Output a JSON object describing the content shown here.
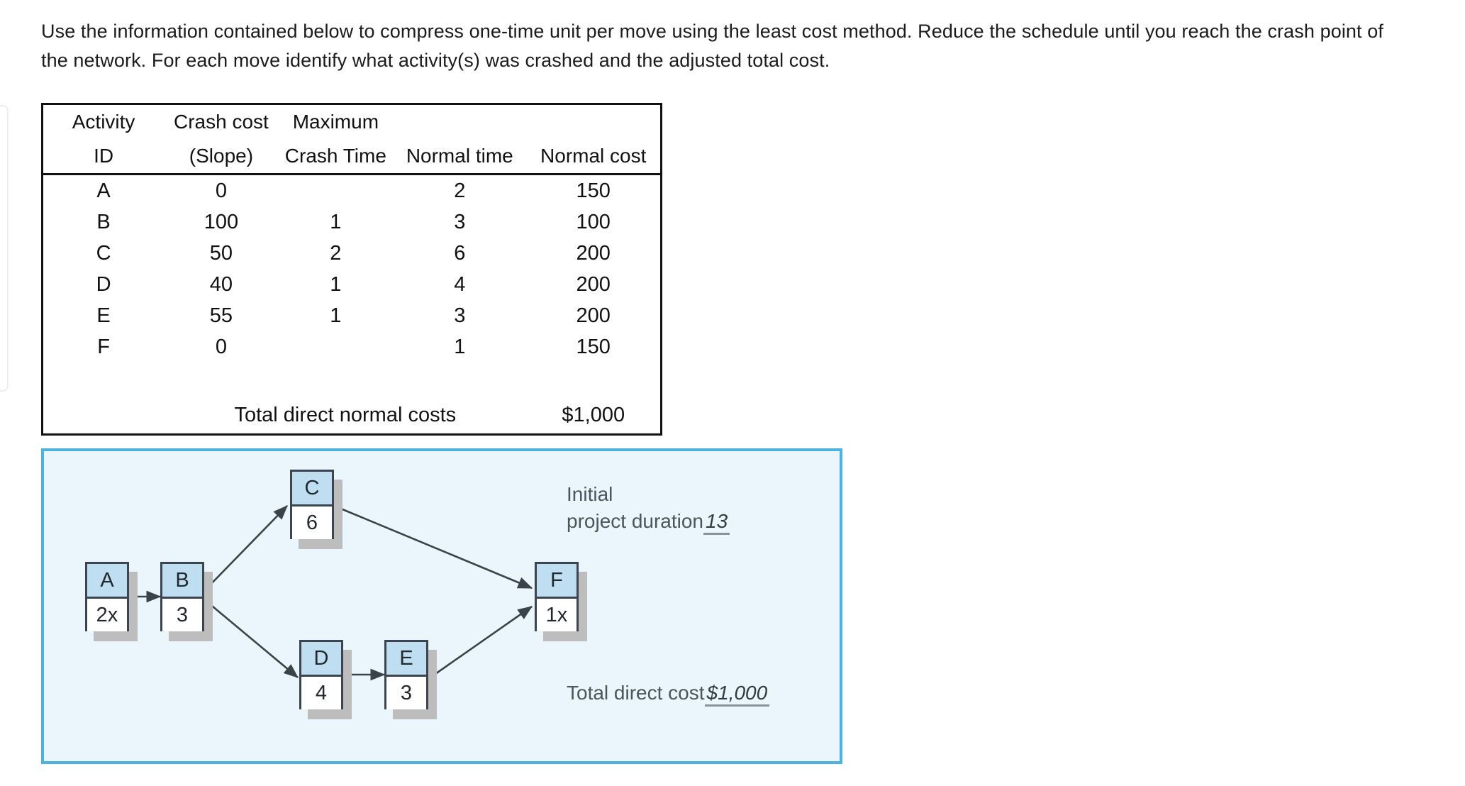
{
  "question": {
    "text": "Use the information contained below to compress one-time unit per move using the least cost method. Reduce the schedule until you reach the crash point of the network. For each move identify what activity(s) was crashed and the adjusted total cost."
  },
  "crash_table": {
    "headers_top": [
      "Activity",
      "Crash cost",
      "Maximum",
      "",
      ""
    ],
    "headers_bottom": [
      "ID",
      "(Slope)",
      "Crash Time",
      "Normal time",
      "Normal cost"
    ],
    "rows": [
      {
        "id": "A",
        "slope": "0",
        "max_crash_time": "",
        "normal_time": "2",
        "normal_cost": "150"
      },
      {
        "id": "B",
        "slope": "100",
        "max_crash_time": "1",
        "normal_time": "3",
        "normal_cost": "100"
      },
      {
        "id": "C",
        "slope": "50",
        "max_crash_time": "2",
        "normal_time": "6",
        "normal_cost": "200"
      },
      {
        "id": "D",
        "slope": "40",
        "max_crash_time": "1",
        "normal_time": "4",
        "normal_cost": "200"
      },
      {
        "id": "E",
        "slope": "55",
        "max_crash_time": "1",
        "normal_time": "3",
        "normal_cost": "200"
      },
      {
        "id": "F",
        "slope": "0",
        "max_crash_time": "",
        "normal_time": "1",
        "normal_cost": "150"
      }
    ],
    "total_label": "Total direct normal costs",
    "total_value": "$1,000"
  },
  "network": {
    "nodes": [
      {
        "key": "A",
        "label": "A",
        "duration": "2x"
      },
      {
        "key": "B",
        "label": "B",
        "duration": "3"
      },
      {
        "key": "C",
        "label": "C",
        "duration": "6"
      },
      {
        "key": "D",
        "label": "D",
        "duration": "4"
      },
      {
        "key": "E",
        "label": "E",
        "duration": "3"
      },
      {
        "key": "F",
        "label": "F",
        "duration": "1x"
      }
    ],
    "edges": [
      {
        "from": "A",
        "to": "B"
      },
      {
        "from": "B",
        "to": "C"
      },
      {
        "from": "B",
        "to": "D"
      },
      {
        "from": "C",
        "to": "F"
      },
      {
        "from": "D",
        "to": "E"
      },
      {
        "from": "E",
        "to": "F"
      }
    ],
    "annotations": {
      "duration_line1": "Initial",
      "duration_line2": "project duration",
      "duration_value": "13",
      "cost_label": "Total direct cost",
      "cost_value": "$1,000"
    },
    "colors": {
      "panel_border": "#4cb2e2",
      "panel_fill": "#eaf6fc",
      "node_header": "#bfdef2",
      "node_outline": "#3c4450",
      "node_shadow": "#bdbdbd"
    }
  }
}
